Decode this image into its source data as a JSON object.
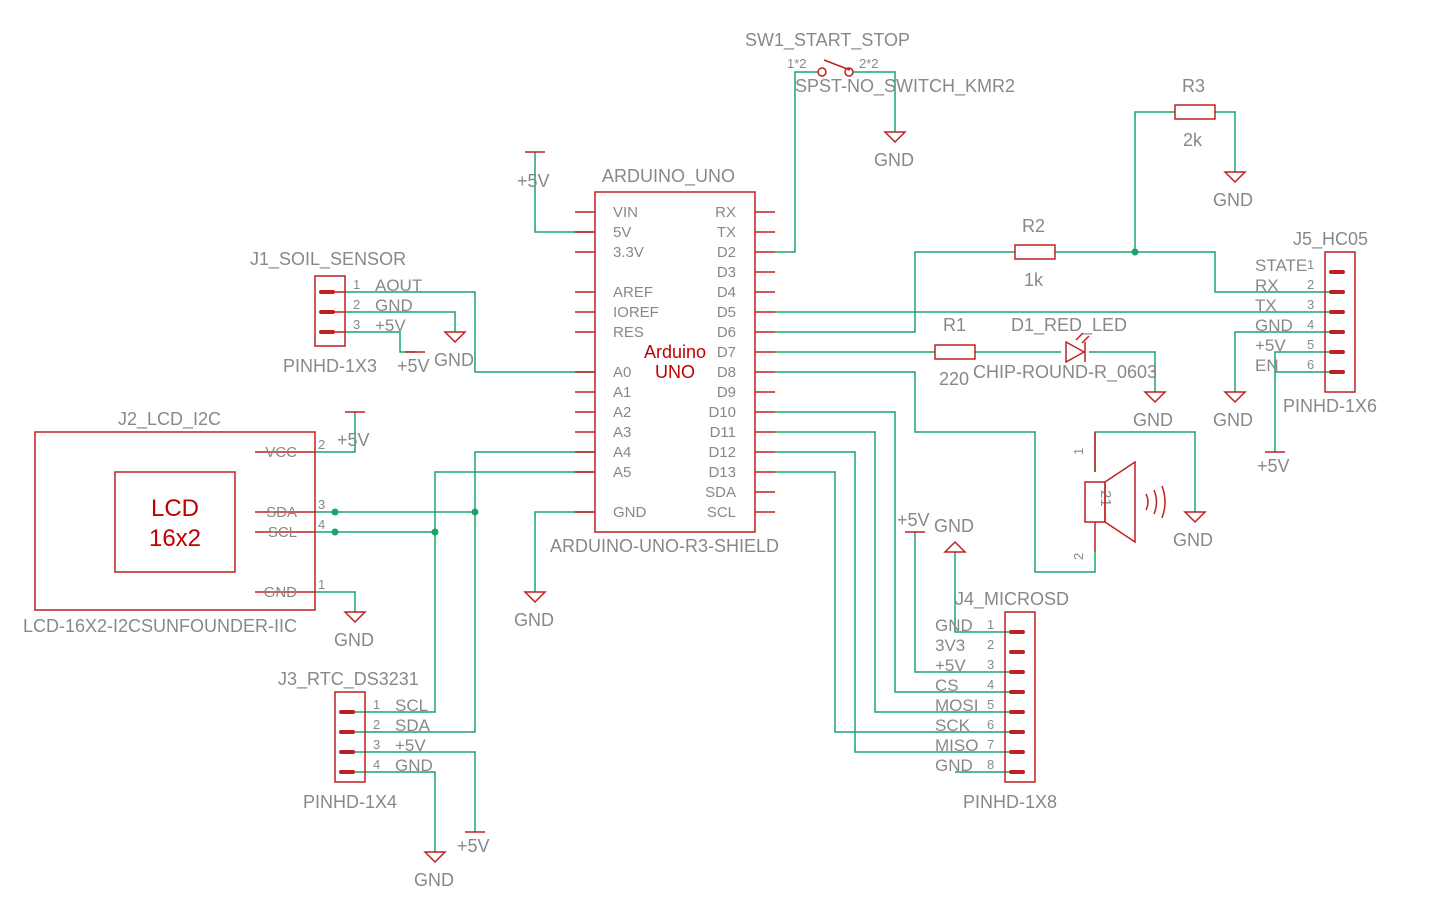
{
  "arduino": {
    "name": "ARDUINO_UNO",
    "value": "ARDUINO-UNO-R3-SHIELD",
    "logo_line1": "Arduino",
    "logo_line2": "UNO",
    "left_pins": [
      "VIN",
      "5V",
      "3.3V",
      "AREF",
      "IOREF",
      "RES",
      "A0",
      "A1",
      "A2",
      "A3",
      "A4",
      "A5",
      "GND"
    ],
    "right_pins": [
      "RX",
      "TX",
      "D2",
      "D3",
      "D4",
      "D5",
      "D6",
      "D7",
      "D8",
      "D9",
      "D10",
      "D11",
      "D12",
      "D13",
      "SDA",
      "SCL"
    ]
  },
  "sw1": {
    "name": "SW1_START_STOP",
    "value": "SPST-NO_SWITCH_KMR2",
    "pin1": "1*2",
    "pin2": "2*2"
  },
  "j1": {
    "name": "J1_SOIL_SENSOR",
    "value": "PINHD-1X3",
    "pins": [
      {
        "num": "1",
        "label": "AOUT"
      },
      {
        "num": "2",
        "label": "GND"
      },
      {
        "num": "3",
        "label": "+5V"
      }
    ]
  },
  "j2": {
    "name": "J2_LCD_I2C",
    "value": "LCD-16X2-I2CSUNFOUNDER-IIC",
    "lcd_line1": "LCD",
    "lcd_line2": "16x2",
    "pins": [
      {
        "num": "2",
        "label": "VCC"
      },
      {
        "num": "3",
        "label": "SDA"
      },
      {
        "num": "4",
        "label": "SCL"
      },
      {
        "num": "1",
        "label": "GND"
      }
    ]
  },
  "j3": {
    "name": "J3_RTC_DS3231",
    "value": "PINHD-1X4",
    "pins": [
      {
        "num": "1",
        "label": "SCL"
      },
      {
        "num": "2",
        "label": "SDA"
      },
      {
        "num": "3",
        "label": "+5V"
      },
      {
        "num": "4",
        "label": "GND"
      }
    ]
  },
  "j4": {
    "name": "J4_MICROSD",
    "value": "PINHD-1X8",
    "pins": [
      {
        "num": "1",
        "label": "GND"
      },
      {
        "num": "2",
        "label": "3V3"
      },
      {
        "num": "3",
        "label": "+5V"
      },
      {
        "num": "4",
        "label": "CS"
      },
      {
        "num": "5",
        "label": "MOSI"
      },
      {
        "num": "6",
        "label": "SCK"
      },
      {
        "num": "7",
        "label": "MISO"
      },
      {
        "num": "8",
        "label": "GND"
      }
    ]
  },
  "j5": {
    "name": "J5_HC05",
    "value": "PINHD-1X6",
    "pins": [
      {
        "num": "1",
        "label": "STATE"
      },
      {
        "num": "2",
        "label": "RX"
      },
      {
        "num": "3",
        "label": "TX"
      },
      {
        "num": "4",
        "label": "GND"
      },
      {
        "num": "5",
        "label": "+5V"
      },
      {
        "num": "6",
        "label": "EN"
      }
    ]
  },
  "r1": {
    "name": "R1",
    "value": "220"
  },
  "r2": {
    "name": "R2",
    "value": "1k"
  },
  "r3": {
    "name": "R3",
    "value": "2k"
  },
  "d1": {
    "name": "D1_RED_LED",
    "value": "CHIP-ROUND-R_0603"
  },
  "buzzer": {
    "pin1": "1",
    "pin2": "2",
    "inner": "21"
  },
  "supply": {
    "gnd": "GND",
    "vcc": "+5V"
  },
  "colors": {
    "symbol": "#c02020",
    "wire": "#1ba36a",
    "text": "#888888",
    "logo": "#c00000"
  }
}
